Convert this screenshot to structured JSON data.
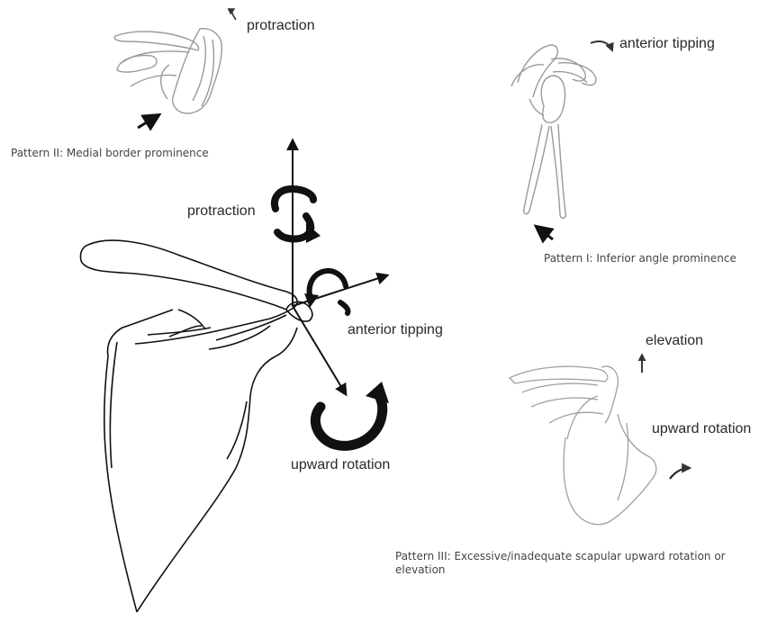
{
  "colors": {
    "ink": "#111111",
    "sketch": "#9a9a9a",
    "text": "#2a2a2a",
    "caption": "#444444"
  },
  "labels": {
    "top_left_protraction": "protraction",
    "top_right_anterior_tipping": "anterior tipping",
    "center_protraction": "protraction",
    "center_anterior_tipping": "anterior tipping",
    "center_upward_rotation": "upward rotation",
    "right_elevation": "elevation",
    "right_upward_rotation": "upward rotation"
  },
  "captions": {
    "pattern_2": "Pattern II: Medial border prominence",
    "pattern_1": "Pattern I: Inferior angle prominence",
    "pattern_3": "Pattern III: Excessive/inadequate scapular upward rotation or elevation"
  },
  "icons": {
    "axis_arrows": "arrow-icon",
    "rotation_arrows": "curved-arrow-icon"
  }
}
